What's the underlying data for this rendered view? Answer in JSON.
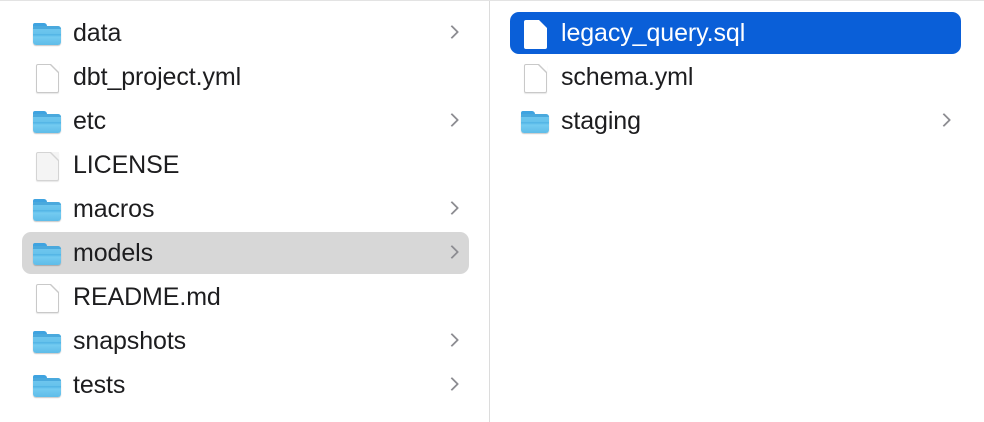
{
  "window": {
    "view": "column-view",
    "background_color": "#ffffff",
    "divider_color": "#dcdcdc",
    "selection_accent_color": "#0a5fd8",
    "inactive_selection_color": "#d7d7d7"
  },
  "columns": [
    {
      "name": "project-root-column",
      "items": [
        {
          "label": "data",
          "kind": "folder",
          "icon": "folder-icon",
          "has_chevron": true,
          "selected": "none"
        },
        {
          "label": "dbt_project.yml",
          "kind": "file",
          "icon": "document-icon",
          "has_chevron": false,
          "selected": "none"
        },
        {
          "label": "etc",
          "kind": "folder",
          "icon": "folder-icon",
          "has_chevron": true,
          "selected": "none"
        },
        {
          "label": "LICENSE",
          "kind": "file",
          "icon": "document-plain-icon",
          "has_chevron": false,
          "selected": "none"
        },
        {
          "label": "macros",
          "kind": "folder",
          "icon": "folder-icon",
          "has_chevron": true,
          "selected": "none"
        },
        {
          "label": "models",
          "kind": "folder",
          "icon": "folder-icon",
          "has_chevron": true,
          "selected": "gray"
        },
        {
          "label": "README.md",
          "kind": "file",
          "icon": "document-icon",
          "has_chevron": false,
          "selected": "none"
        },
        {
          "label": "snapshots",
          "kind": "folder",
          "icon": "folder-icon",
          "has_chevron": true,
          "selected": "none"
        },
        {
          "label": "tests",
          "kind": "folder",
          "icon": "folder-icon",
          "has_chevron": true,
          "selected": "none"
        }
      ]
    },
    {
      "name": "models-folder-column",
      "items": [
        {
          "label": "legacy_query.sql",
          "kind": "file",
          "icon": "document-icon",
          "has_chevron": false,
          "selected": "blue"
        },
        {
          "label": "schema.yml",
          "kind": "file",
          "icon": "document-icon",
          "has_chevron": false,
          "selected": "none"
        },
        {
          "label": "staging",
          "kind": "folder",
          "icon": "folder-icon",
          "has_chevron": true,
          "selected": "none"
        }
      ]
    }
  ]
}
